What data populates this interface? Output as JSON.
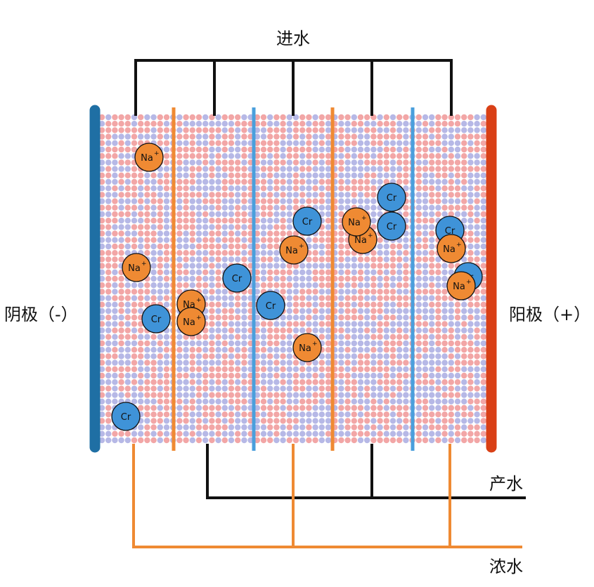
{
  "labels": {
    "inlet": "进水",
    "product": "产水",
    "concentrate": "浓水",
    "cathode": "阴极（-）",
    "anode": "阳极（+）"
  },
  "ions": {
    "na": "Na",
    "na_sup": "+",
    "cr": "Cr"
  },
  "colors": {
    "cathode": "#1f6fa4",
    "anode": "#d94016",
    "cation_membrane": "#ef8a33",
    "anion_membrane": "#4a9fdc",
    "pipe_black": "#111111",
    "pipe_orange": "#ef8a33",
    "dot_pink": "#f2a6a6",
    "dot_lavender": "#b6b8e6",
    "na_fill": "#ef8a33",
    "cr_fill": "#3f93d8"
  }
}
